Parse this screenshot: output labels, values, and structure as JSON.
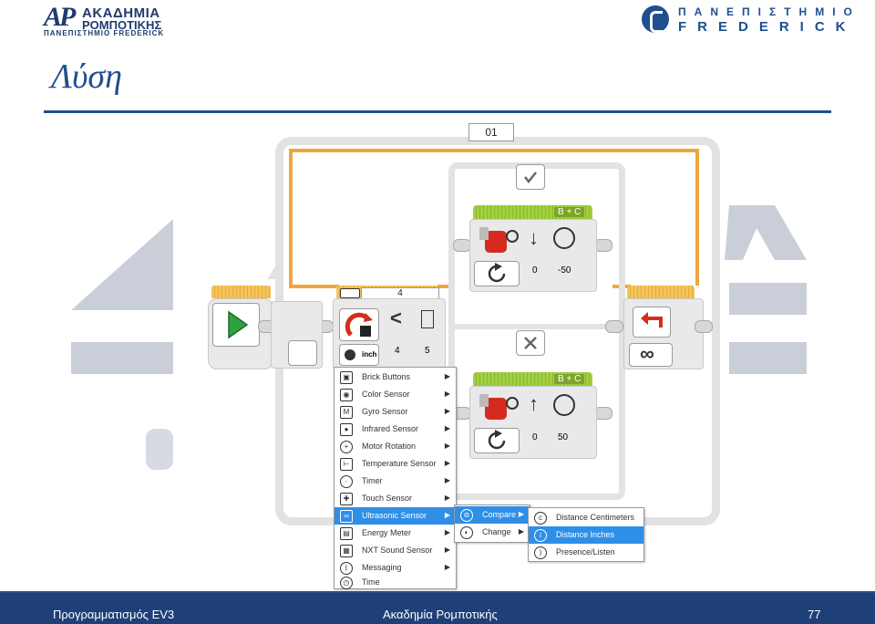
{
  "header": {
    "logo_left": {
      "mark": "AP",
      "line1": "ΑΚΑΔΗΜΙΑ",
      "line2": "ΡΟΜΠΟΤΙΚΗΣ",
      "line3": "ΠΑΝΕΠΙΣΤΗΜΙΟ FREDERICK"
    },
    "logo_right": {
      "line1": "ΠΑΝΕΠΙΣΤΗΜΙΟ",
      "line2": "FREDERICK"
    },
    "title": "Λύση"
  },
  "program": {
    "loop_label": "01",
    "wait_block": {
      "mode_value": "4",
      "compare": "<",
      "unit": "inch",
      "port_a": "4",
      "port_b": "5"
    },
    "switch_true_icon": "check-icon",
    "switch_false_icon": "x-icon",
    "motor_top": {
      "ports": "B + C",
      "steering": "0",
      "power": "-50"
    },
    "motor_bottom": {
      "ports": "B + C",
      "steering": "0",
      "power": "50"
    }
  },
  "sensor_menu": {
    "items": [
      {
        "label": "Brick Buttons",
        "icon": "brick-icon"
      },
      {
        "label": "Color Sensor",
        "icon": "color-sensor-icon"
      },
      {
        "label": "Gyro Sensor",
        "icon": "gyro-icon"
      },
      {
        "label": "Infrared Sensor",
        "icon": "infrared-icon"
      },
      {
        "label": "Motor Rotation",
        "icon": "motor-rotation-icon"
      },
      {
        "label": "Temperature Sensor",
        "icon": "temperature-icon"
      },
      {
        "label": "Timer",
        "icon": "timer-icon"
      },
      {
        "label": "Touch Sensor",
        "icon": "touch-icon"
      },
      {
        "label": "Ultrasonic Sensor",
        "icon": "ultrasonic-icon"
      },
      {
        "label": "Energy Meter",
        "icon": "energy-icon"
      },
      {
        "label": "NXT Sound Sensor",
        "icon": "sound-icon"
      },
      {
        "label": "Messaging",
        "icon": "messaging-icon"
      },
      {
        "label": "Time",
        "icon": "time-icon"
      }
    ],
    "selected": "Ultrasonic Sensor"
  },
  "submenu": {
    "items": [
      "Compare",
      "Change"
    ],
    "selected": "Compare"
  },
  "submenu2": {
    "items": [
      "Distance Centimeters",
      "Distance Inches",
      "Presence/Listen"
    ],
    "selected": "Distance Inches"
  },
  "footer": {
    "left": "Προγραμματισμός EV3",
    "center": "Ακαδημία Ρομποτικής",
    "page": "77"
  },
  "colors": {
    "accent": "#1f4f8f",
    "wire": "#f0a540",
    "highlight": "#2f8fe6",
    "motor_tab": "#9ccb3b"
  }
}
